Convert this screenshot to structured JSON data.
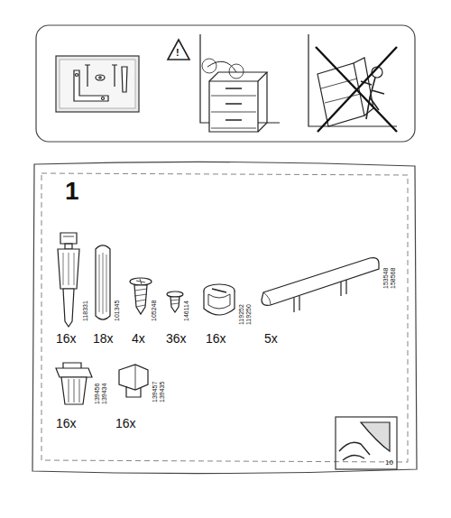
{
  "diagram": {
    "nodes": [
      {
        "text": [
          "1"
        ]
      },
      {
        "text": [
          "10"
        ],
        "in": 0
      }
    ],
    "labels": [
      "!",
      "118331",
      "101345",
      "105248",
      "146114",
      "119252",
      "119250",
      "153548",
      "158568",
      "16x",
      "18x",
      "4x",
      "36x",
      "16x",
      "5x",
      "139456",
      "139434",
      "139457",
      "139435",
      "16x",
      "16x"
    ]
  }
}
